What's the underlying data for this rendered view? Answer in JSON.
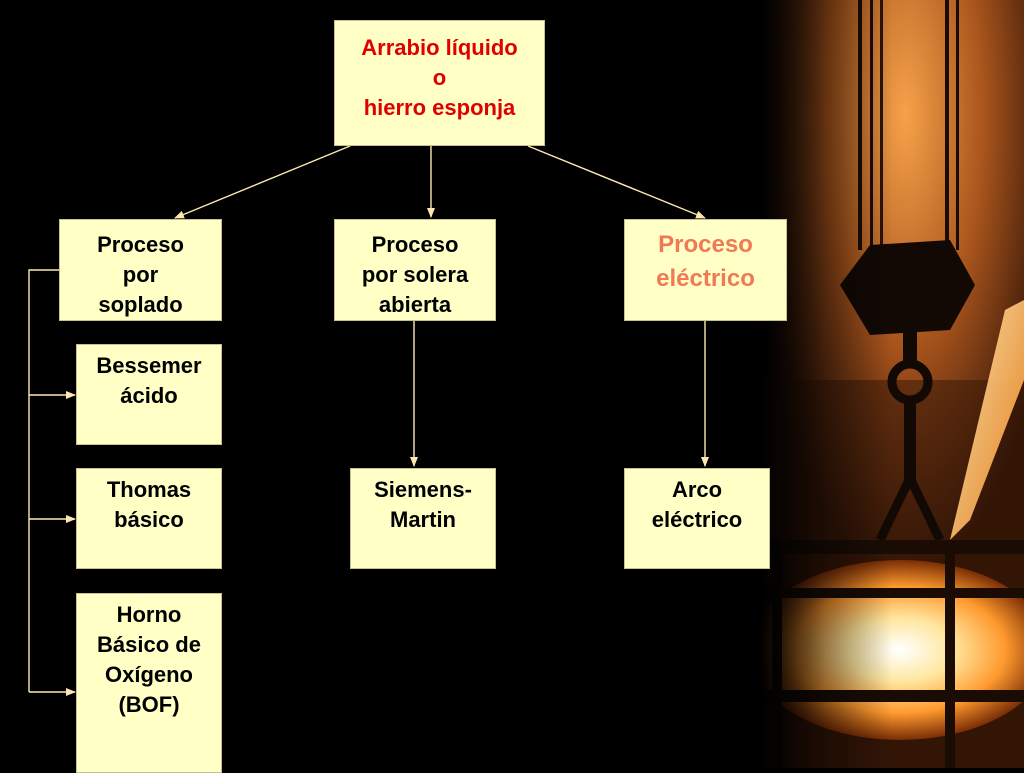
{
  "diagram": {
    "root": {
      "lines": [
        "Arrabio líquido",
        "o",
        "hierro esponja"
      ]
    },
    "processes": [
      {
        "id": "soplado",
        "lines": [
          "Proceso",
          "por",
          "soplado"
        ]
      },
      {
        "id": "solera",
        "lines": [
          "Proceso",
          "por solera",
          "abierta"
        ]
      },
      {
        "id": "electrico",
        "lines": [
          "Proceso",
          "eléctrico"
        ]
      }
    ],
    "methods": [
      {
        "id": "bessemer",
        "lines": [
          "Bessemer",
          "ácido"
        ]
      },
      {
        "id": "thomas",
        "lines": [
          "Thomas",
          "básico"
        ]
      },
      {
        "id": "bof",
        "lines": [
          "Horno",
          "Básico de",
          "Oxígeno",
          "(BOF)"
        ]
      },
      {
        "id": "siemens",
        "lines": [
          "Siemens-",
          "Martin"
        ]
      },
      {
        "id": "arco",
        "lines": [
          "Arco",
          "eléctrico"
        ]
      }
    ],
    "colors": {
      "box_fill": "#ffffc6",
      "root_text": "#e00000",
      "highlight_text": "#f07a55",
      "connector": "#ffe8b0",
      "background": "#000000"
    }
  },
  "background_photo": {
    "subject": "steel ladle hanging from crane hooks over molten metal"
  }
}
